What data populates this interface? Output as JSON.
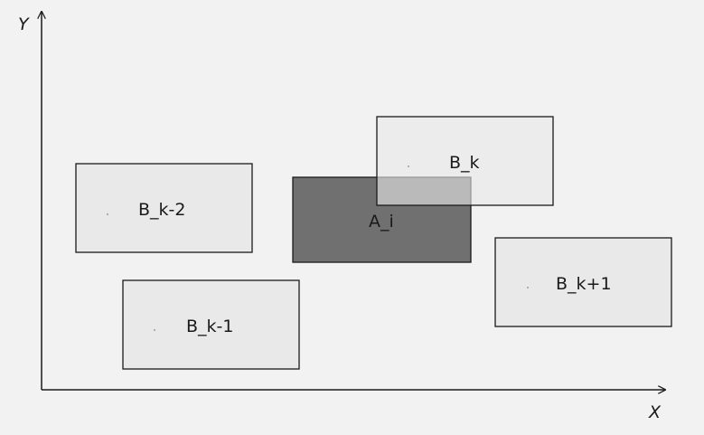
{
  "axes": {
    "x_label": "X",
    "y_label": "Y"
  },
  "boxes": [
    {
      "id": "b_k_minus_2",
      "label": "B_k-2",
      "fill": "#e9e9e9"
    },
    {
      "id": "b_k_minus_1",
      "label": "B_k-1",
      "fill": "#e9e9e9"
    },
    {
      "id": "a_i",
      "label": "A_i",
      "fill": "#707070"
    },
    {
      "id": "b_k",
      "label": "B_k",
      "fill": "#e9e9e9"
    },
    {
      "id": "b_k_plus_1",
      "label": "B_k+1",
      "fill": "#e9e9e9"
    }
  ],
  "colors": {
    "stroke": "#1a1a1a",
    "background": "#f2f2f2"
  }
}
